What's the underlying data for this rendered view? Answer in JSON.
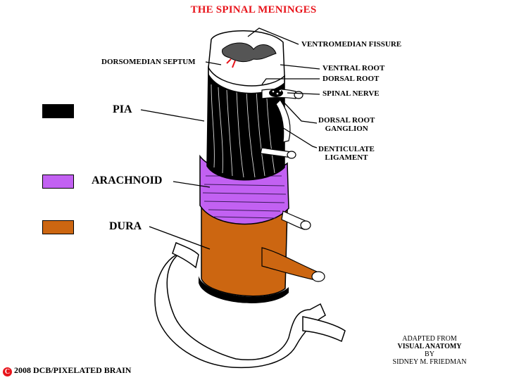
{
  "title": "THE SPINAL MENINGES",
  "labels": {
    "ventromedian_fissure": "VENTROMEDIAN FISSURE",
    "dorsomedian_septum": "DORSOMEDIAN SEPTUM",
    "ventral_root": "VENTRAL ROOT",
    "dorsal_root": "DORSAL ROOT",
    "spinal_nerve": "SPINAL NERVE",
    "dorsal_root_ganglion": [
      "DORSAL ROOT",
      "GANGLION"
    ],
    "denticulate_ligament": [
      "DENTICULATE",
      "LIGAMENT"
    ]
  },
  "legend": [
    {
      "label": "PIA",
      "color": "#000000"
    },
    {
      "label": "ARACHNOID",
      "color": "#c261f2"
    },
    {
      "label": "DURA",
      "color": "#cc6611"
    }
  ],
  "credits": {
    "adapted": [
      "ADAPTED FROM",
      "VISUAL ANATOMY",
      "BY",
      "SIDNEY M. FRIEDMAN"
    ],
    "copyright_symbol": "C",
    "copyright": "2008  DCB/PIXELATED BRAIN"
  },
  "colors": {
    "title": "#e8141b",
    "pia": "#000000",
    "arachnoid": "#c261f2",
    "dura": "#cc6611"
  }
}
